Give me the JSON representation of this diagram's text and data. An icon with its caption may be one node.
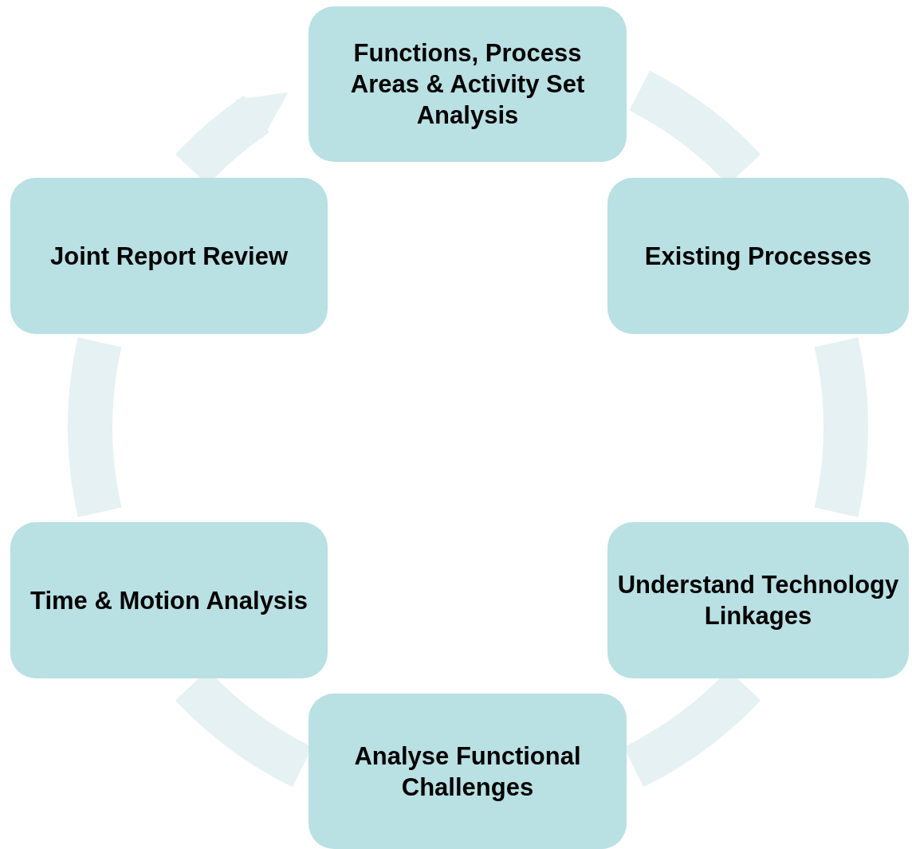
{
  "diagram": {
    "nodes": [
      {
        "text": [
          "Functions, Process Areas & Activity Set Analysis"
        ]
      },
      {
        "text": [
          "Existing Processes"
        ]
      },
      {
        "text": [
          "Understand Technology Linkages"
        ]
      },
      {
        "text": [
          "Analyse Functional Challenges"
        ]
      },
      {
        "text": [
          "Time & Motion Analysis"
        ]
      },
      {
        "text": [
          "Joint Report Review"
        ]
      }
    ],
    "edges": [
      {
        "from": 0,
        "to": 1,
        "arrow": "none"
      },
      {
        "from": 1,
        "to": 2,
        "arrow": "none"
      },
      {
        "from": 2,
        "to": 3,
        "arrow": "none"
      },
      {
        "from": 3,
        "to": 4,
        "arrow": "none"
      },
      {
        "from": 4,
        "to": 5,
        "arrow": "none"
      },
      {
        "from": 5,
        "to": 0,
        "arrow": "to"
      }
    ]
  }
}
